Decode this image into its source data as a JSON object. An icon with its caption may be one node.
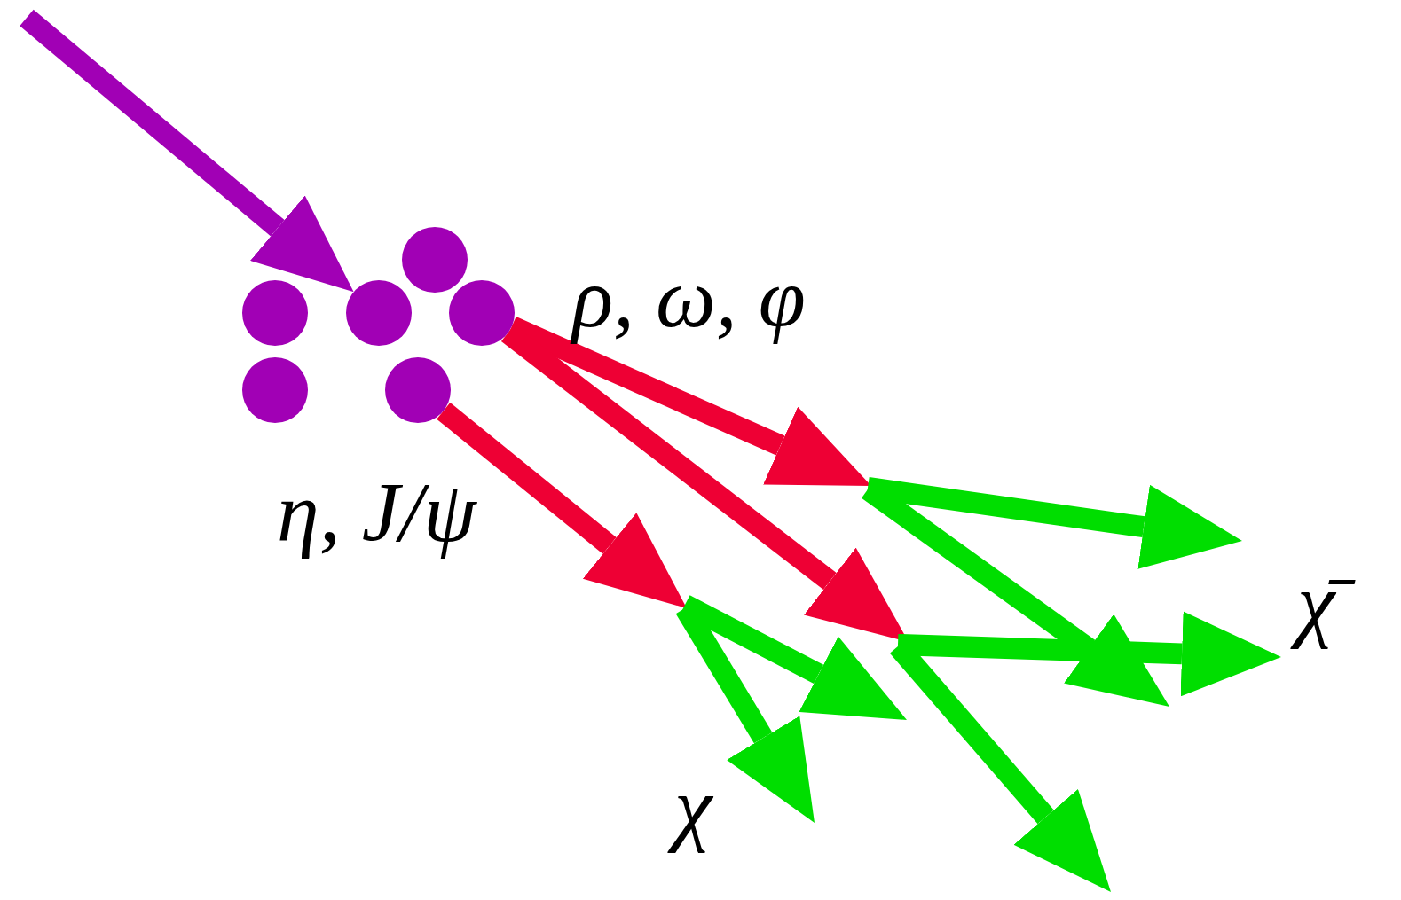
{
  "diagram": {
    "nodes": [
      {
        "text": [],
        "shape": "circle"
      },
      {
        "text": [],
        "shape": "circle"
      },
      {
        "text": [],
        "shape": "circle"
      },
      {
        "text": [],
        "shape": "circle"
      },
      {
        "text": [],
        "shape": "circle"
      },
      {
        "text": [],
        "shape": "circle"
      }
    ],
    "edges": [
      {
        "from": null,
        "to": 2,
        "arrow": "to",
        "color": "#a100b5"
      },
      {
        "from": 3,
        "to": null,
        "arrow": "to"
      },
      {
        "from": 5,
        "to": null,
        "arrow": "to"
      },
      {
        "from": 3,
        "to": null,
        "arrow": "to"
      }
    ],
    "labels": [
      "ρ, ω, φ",
      "η, J/ψ",
      "χ",
      "χ̄"
    ]
  }
}
